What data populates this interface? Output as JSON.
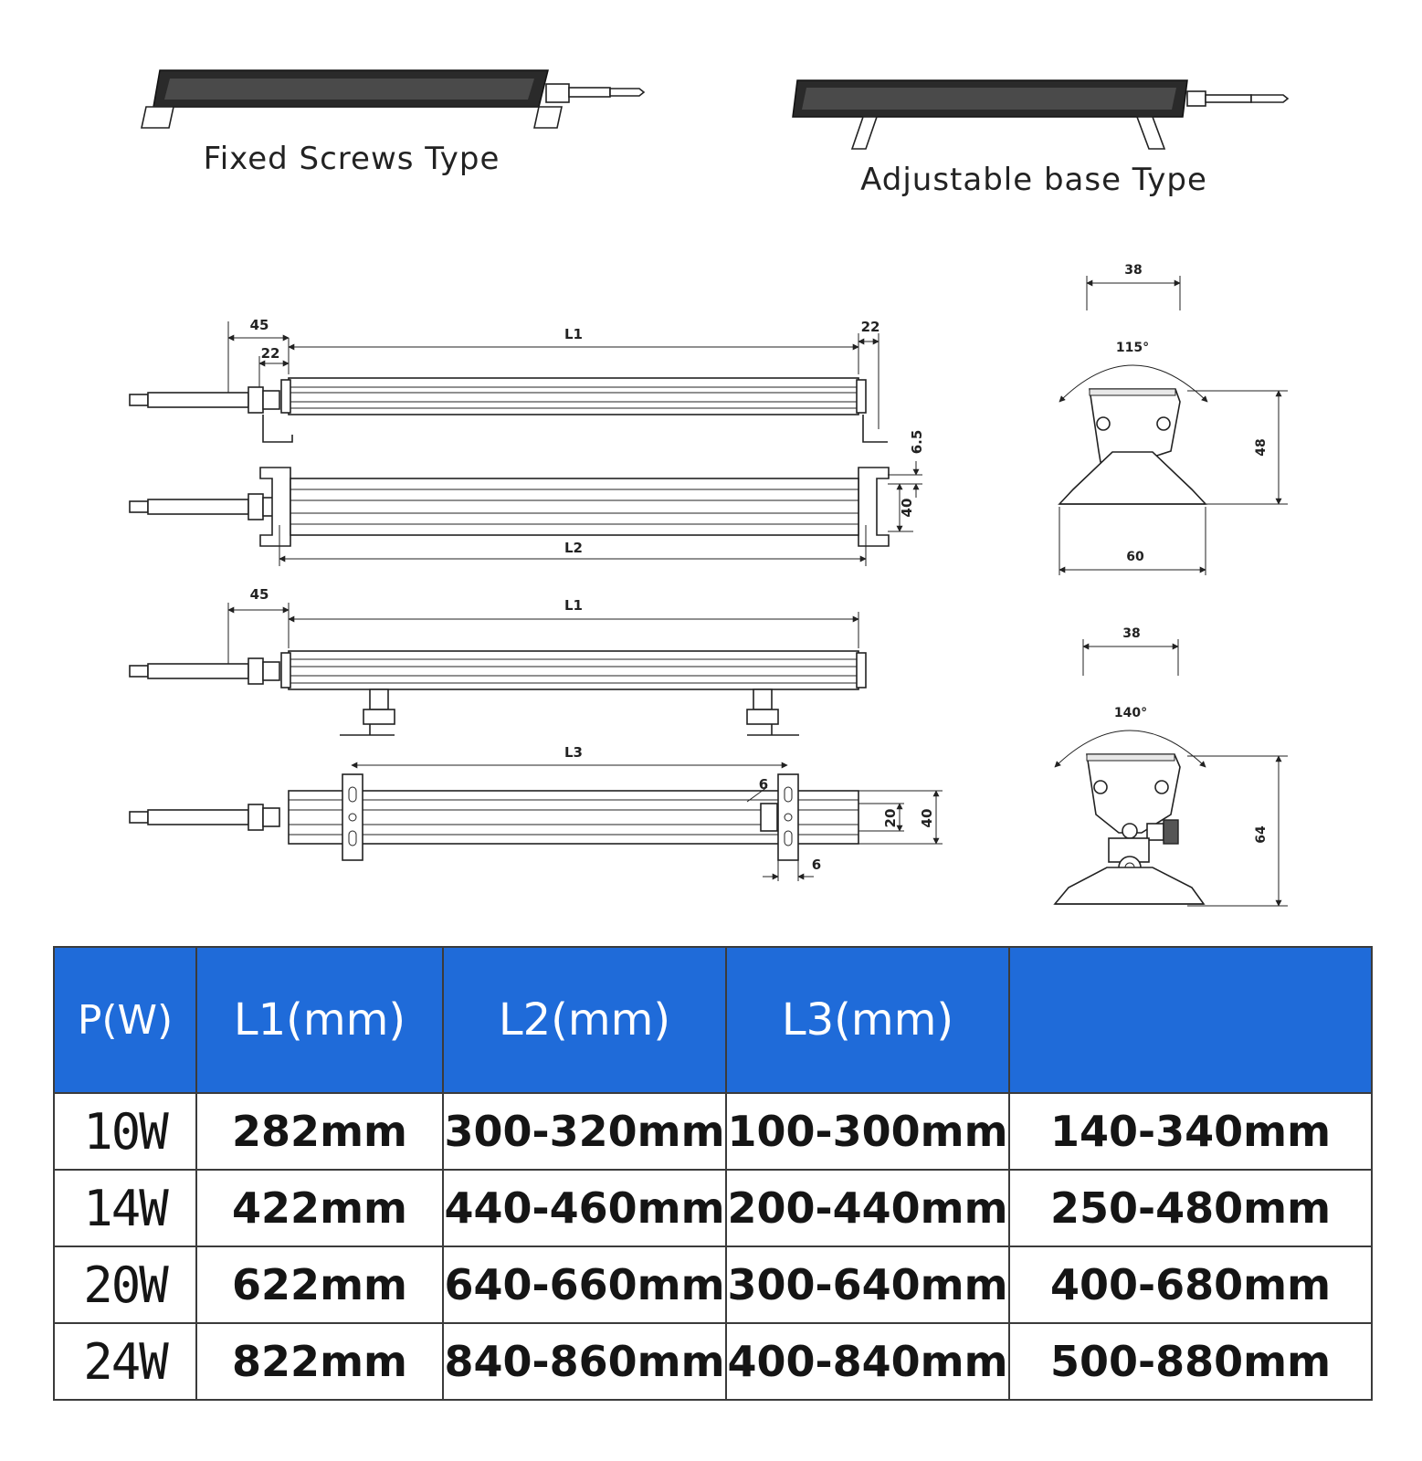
{
  "captions": {
    "fixed_type": "Fixed  Screws Type",
    "adjustable_type": "Adjustable base  Type"
  },
  "dimensions": {
    "d45_top": "45",
    "d22_left": "22",
    "l1_top": "L1",
    "d22_right": "22",
    "d6_5": "6.5",
    "d40_a": "40",
    "l2": "L2",
    "d45_bottom": "45",
    "l1_bottom": "L1",
    "l3": "L3",
    "d6_a": "6",
    "d20": "20",
    "d40_b": "40",
    "d6_b": "6",
    "side1_w": "38",
    "side1_angle": "115°",
    "side1_h": "48",
    "side1_base": "60",
    "side2_w": "38",
    "side2_angle": "140°",
    "side2_h": "64"
  },
  "table": {
    "headers": [
      "P(W)",
      "L1(mm)",
      "L2(mm)",
      "L3(mm)",
      ""
    ],
    "rows": [
      [
        "10W",
        "282mm",
        "300-320mm",
        "100-300mm",
        "140-340mm"
      ],
      [
        "14W",
        "422mm",
        "440-460mm",
        "200-440mm",
        "250-480mm"
      ],
      [
        "20W",
        "622mm",
        "640-660mm",
        "300-640mm",
        "400-680mm"
      ],
      [
        "24W",
        "822mm",
        "840-860mm",
        "400-840mm",
        "500-880mm"
      ]
    ]
  },
  "colors": {
    "header_bg": "#1f6bd9",
    "header_text": "#ffffff",
    "grid": "#3b3b3b"
  }
}
